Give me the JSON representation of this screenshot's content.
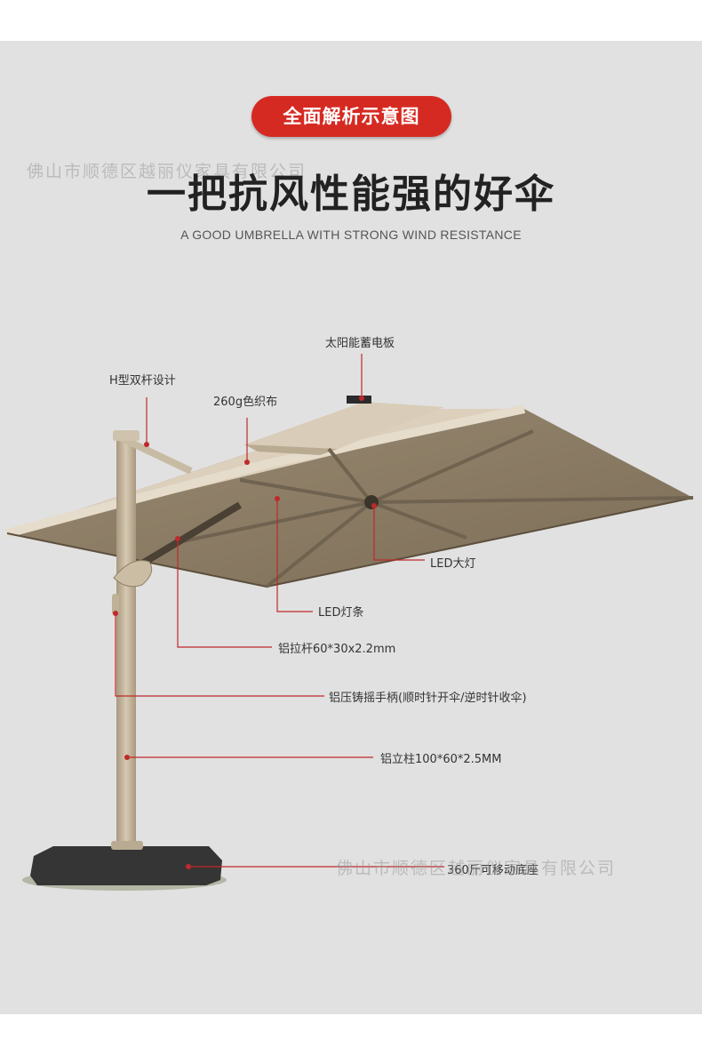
{
  "header": {
    "badge": "全面解析示意图",
    "title": "一把抗风性能强的好伞",
    "subtitle": "A GOOD UMBRELLA WITH STRONG WIND RESISTANCE"
  },
  "watermarks": [
    "佛山市顺德区越丽仪家具有限公司",
    "佛山市顺德区越丽仪家具有限公司"
  ],
  "labels": {
    "solar": "太阳能蓄电板",
    "h_frame": "H型双杆设计",
    "fabric": "260g色织布",
    "led_big": "LED大灯",
    "led_strip": "LED灯条",
    "pull_rod": "铝拉杆60*30x2.2mm",
    "handle": "铝压铸摇手柄(顺时针开伞/逆时针收伞)",
    "pole": "铝立柱100*60*2.5MM",
    "base": "360斤可移动底座"
  },
  "colors": {
    "badge": "#d52a22",
    "leader": "#c0282a",
    "canopy_top": "#ddd0bd",
    "canopy_under": "#8a7a63",
    "pole": "#c2b49a",
    "base": "#3a3a3a",
    "panel": "#e1e1e1"
  }
}
